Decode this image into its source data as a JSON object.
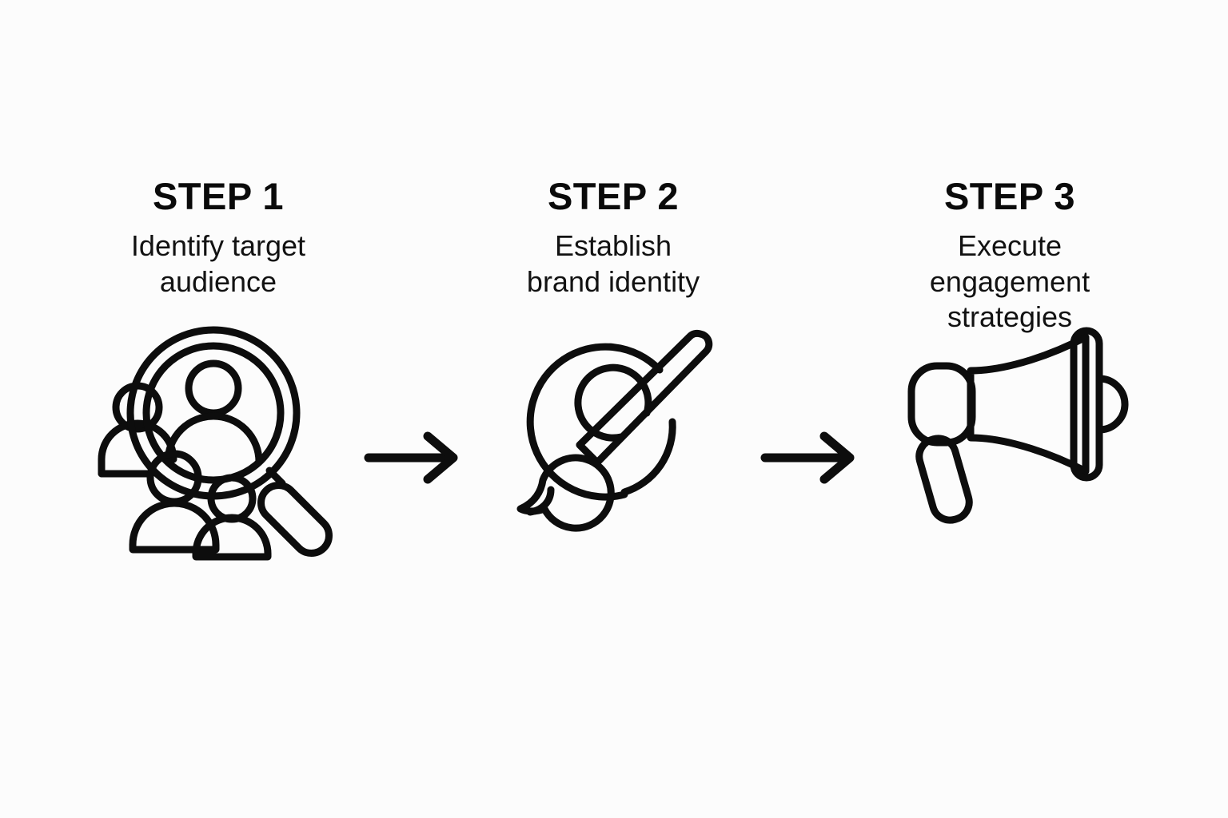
{
  "background_color": "#fcfcfc",
  "ink_color": "#0d0d0d",
  "diagram": {
    "type": "process-flow",
    "orientation": "horizontal",
    "step_count": 3,
    "steps": [
      {
        "heading": "STEP 1",
        "caption_lines": [
          "Identify target",
          "audience"
        ],
        "caption_text": "Identify target audience",
        "icon_name": "target-audience-magnifier-icon"
      },
      {
        "heading": "STEP 2",
        "caption_lines": [
          "Establish",
          "brand identity"
        ],
        "caption_text": "Establish brand identity",
        "icon_name": "paintbrush-palette-icon"
      },
      {
        "heading": "STEP 3",
        "caption_lines": [
          "Execute",
          "engagement",
          "strategies"
        ],
        "caption_text": "Execute engagement strategies",
        "icon_name": "megaphone-icon"
      }
    ],
    "connectors": [
      {
        "icon_name": "arrow-right-icon",
        "from": "STEP 1",
        "to": "STEP 2"
      },
      {
        "icon_name": "arrow-right-icon",
        "from": "STEP 2",
        "to": "STEP 3"
      }
    ]
  }
}
